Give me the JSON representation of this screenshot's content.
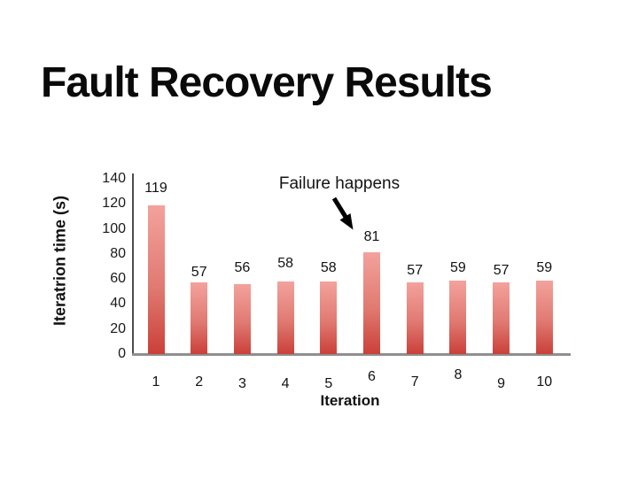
{
  "slide": {
    "title": "Fault Recovery Results"
  },
  "chart_data": {
    "type": "bar",
    "categories": [
      "1",
      "2",
      "3",
      "4",
      "5",
      "6",
      "7",
      "8",
      "9",
      "10"
    ],
    "values": [
      119,
      57,
      56,
      58,
      58,
      81,
      57,
      59,
      57,
      59
    ],
    "title": "Fault Recovery Results",
    "xlabel": "Iteration",
    "ylabel": "Iteratrion time (s)",
    "ylim": [
      0,
      140
    ],
    "yticks": [
      0,
      20,
      40,
      60,
      80,
      100,
      120,
      140
    ],
    "grid": false,
    "legend": "none",
    "data_labels_shown": true,
    "annotation": {
      "text": "Failure happens",
      "target_category": "6",
      "target_value": 81
    },
    "colors": {
      "bar_gradient_top": "#f3a29c",
      "bar_gradient_bottom": "#ca4039",
      "y_axis_line": "#4d4d4d",
      "x_axis_line": "#8f8f8f",
      "text": "#121212",
      "arrow": "#000000"
    }
  }
}
